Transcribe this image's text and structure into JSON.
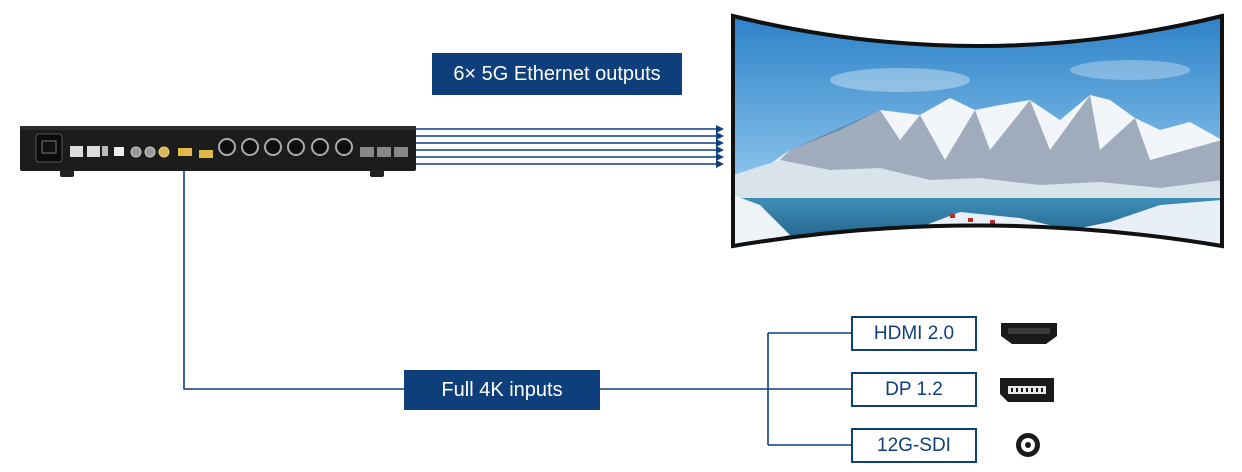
{
  "outputs_label": "6× 5G Ethernet outputs",
  "inputs_label": "Full 4K inputs",
  "input_types": [
    "HDMI 2.0",
    "DP 1.2",
    "12G-SDI"
  ],
  "colors": {
    "accent": "#0e3f7a",
    "line": "#0e3f7a"
  },
  "icons": [
    "hdmi-port-icon",
    "displayport-icon",
    "bnc-connector-icon"
  ]
}
